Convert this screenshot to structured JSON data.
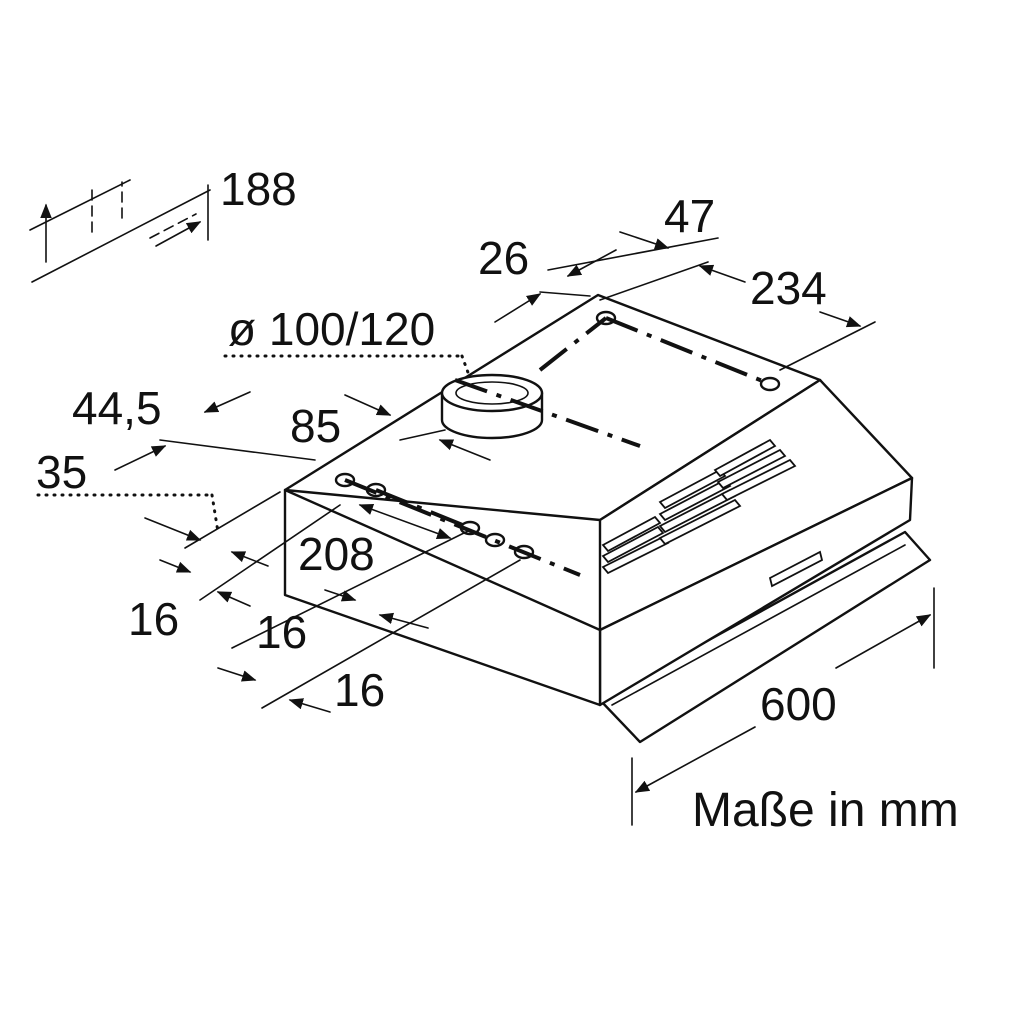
{
  "dimensions": {
    "top_clipped": "188",
    "d47": "47",
    "d26": "26",
    "d234": "234",
    "duct_diameter": "ø 100/120",
    "d44_5": "44,5",
    "d85": "85",
    "d35": "35",
    "d208": "208",
    "d16_a": "16",
    "d16_b": "16",
    "d16_c": "16",
    "d600": "600"
  },
  "caption": "Maße in mm"
}
